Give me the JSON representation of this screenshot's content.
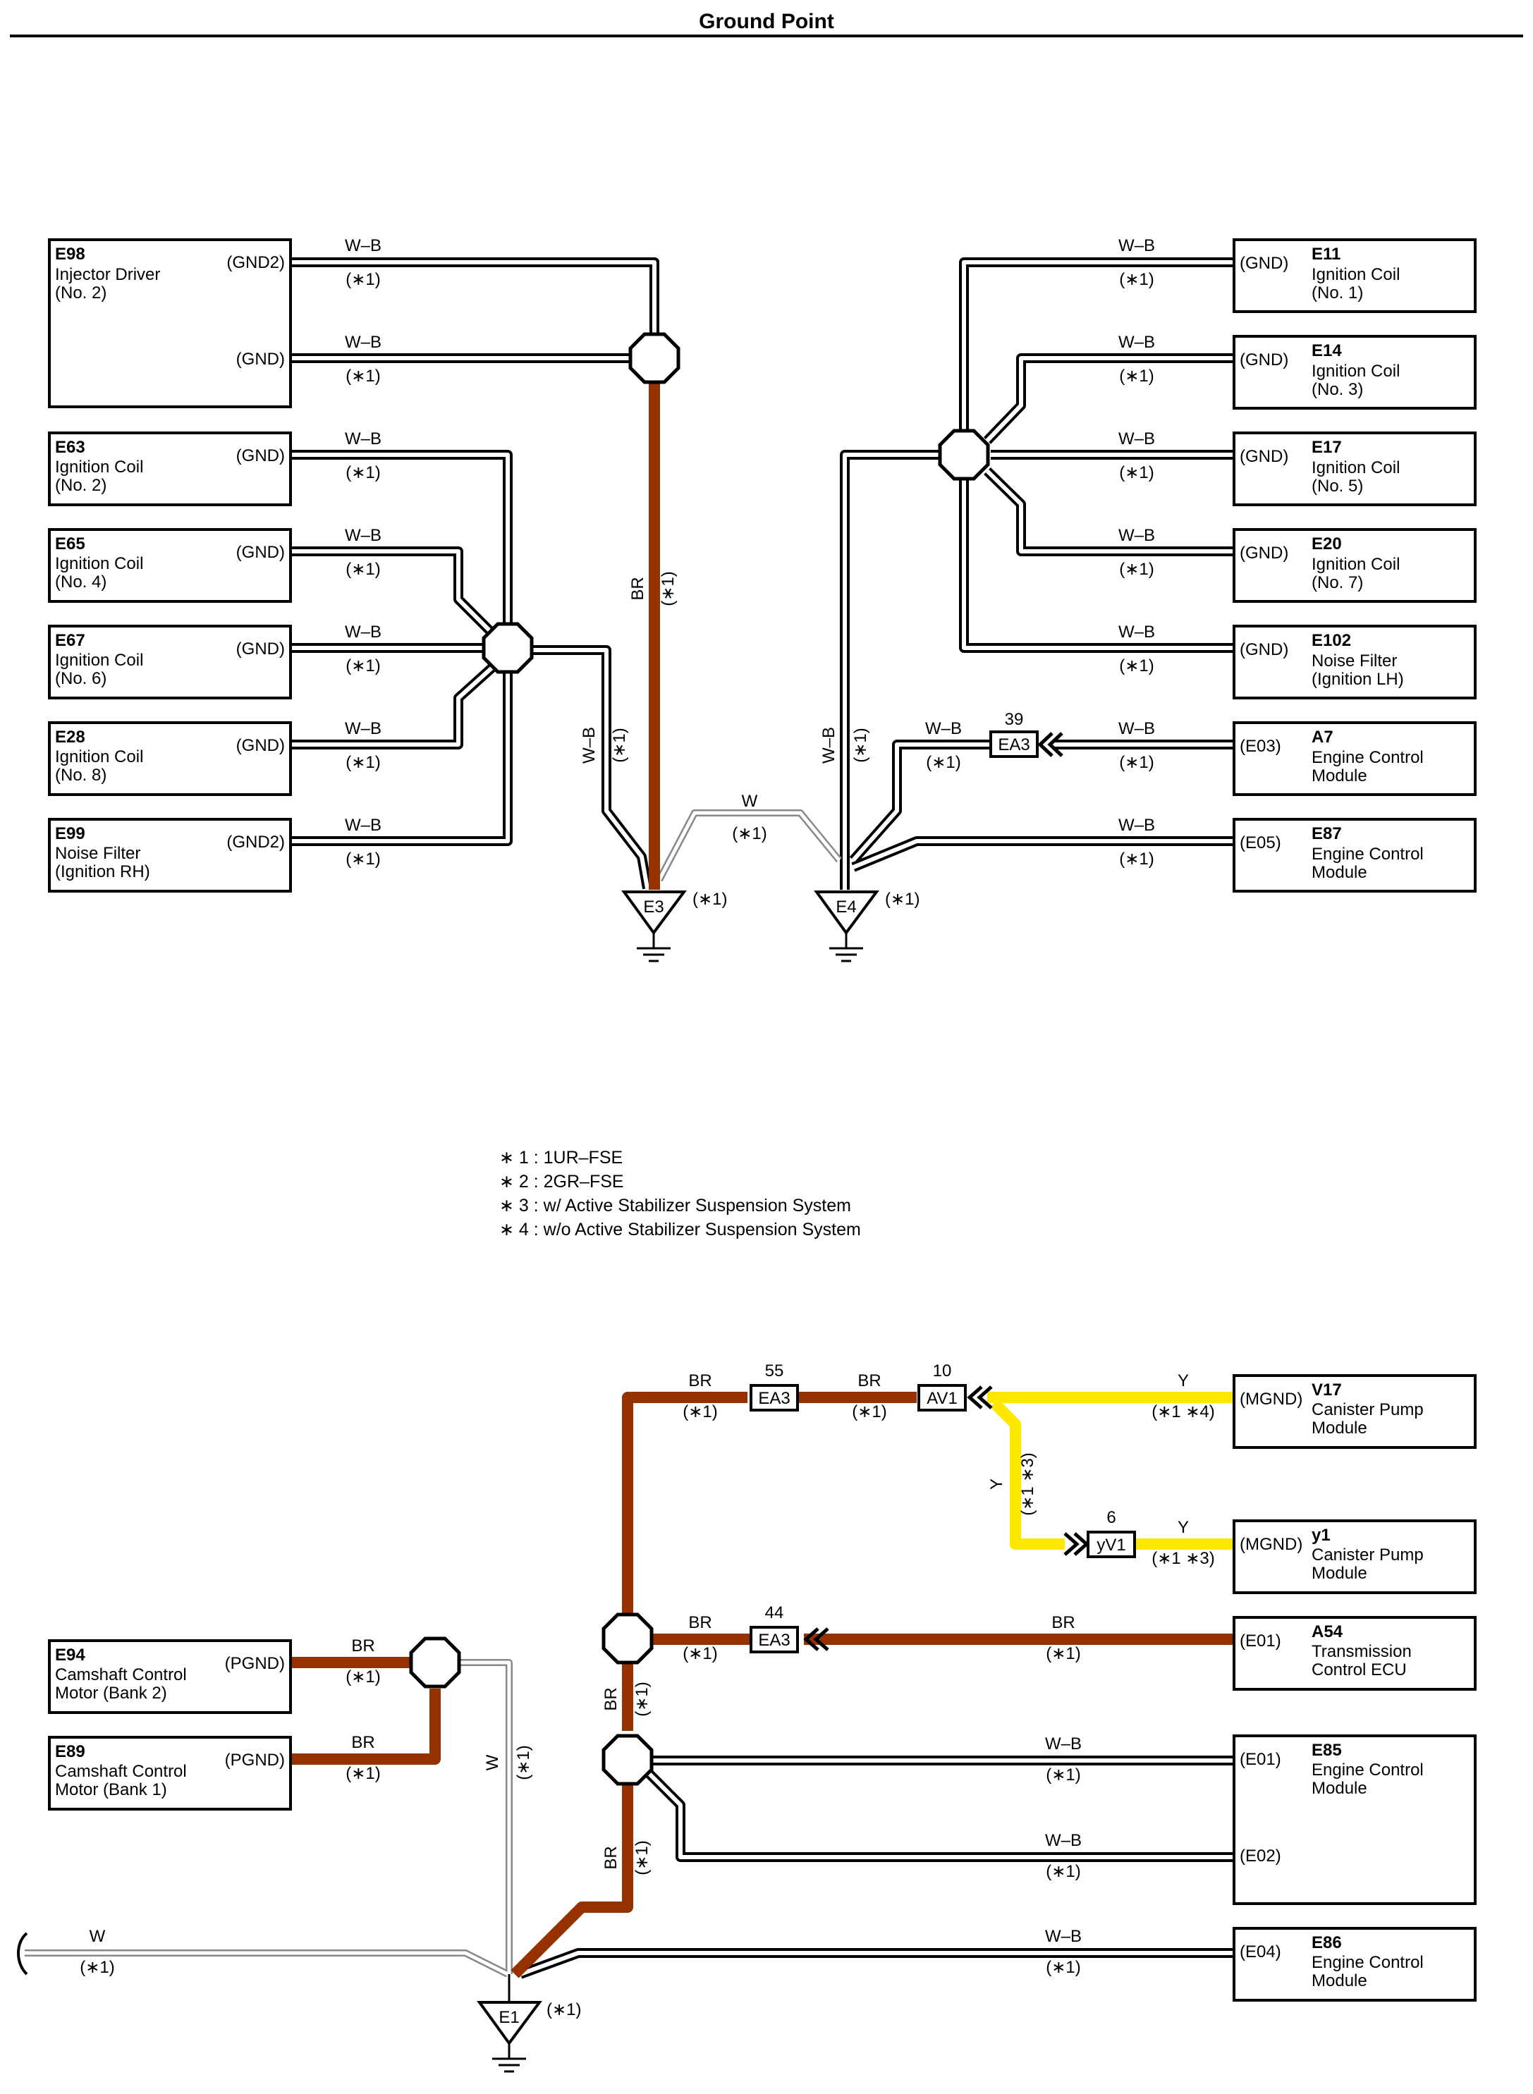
{
  "title": "Ground Point",
  "colors": {
    "br": "#963200",
    "y": "#FFE800",
    "wb_outline": "#000000",
    "w_outline": "#888888"
  },
  "notes": [
    "∗ 1 : 1UR–FSE",
    "∗ 2 : 2GR–FSE",
    "∗ 3 : w/ Active Stabilizer Suspension System",
    "∗ 4 : w/o Active Stabilizer Suspension System"
  ],
  "grounds": {
    "e3": {
      "label": "E3",
      "note": "(∗1)"
    },
    "e4": {
      "label": "E4",
      "note": "(∗1)"
    },
    "e1": {
      "label": "E1",
      "note": "(∗1)"
    }
  },
  "components": {
    "e98": {
      "id": "E98",
      "name": [
        "Injector Driver",
        "(No. 2)"
      ],
      "pins": [
        "(GND2)",
        "(GND)"
      ]
    },
    "e63": {
      "id": "E63",
      "name": [
        "Ignition Coil",
        "(No. 2)"
      ],
      "pins": [
        "(GND)"
      ]
    },
    "e65": {
      "id": "E65",
      "name": [
        "Ignition Coil",
        "(No. 4)"
      ],
      "pins": [
        "(GND)"
      ]
    },
    "e67": {
      "id": "E67",
      "name": [
        "Ignition Coil",
        "(No. 6)"
      ],
      "pins": [
        "(GND)"
      ]
    },
    "e28": {
      "id": "E28",
      "name": [
        "Ignition Coil",
        "(No. 8)"
      ],
      "pins": [
        "(GND)"
      ]
    },
    "e99": {
      "id": "E99",
      "name": [
        "Noise Filter",
        "(Ignition RH)"
      ],
      "pins": [
        "(GND2)"
      ]
    },
    "e11": {
      "id": "E11",
      "name": [
        "Ignition Coil",
        "(No. 1)"
      ],
      "pins": [
        "(GND)"
      ]
    },
    "e14": {
      "id": "E14",
      "name": [
        "Ignition Coil",
        "(No. 3)"
      ],
      "pins": [
        "(GND)"
      ]
    },
    "e17": {
      "id": "E17",
      "name": [
        "Ignition Coil",
        "(No. 5)"
      ],
      "pins": [
        "(GND)"
      ]
    },
    "e20": {
      "id": "E20",
      "name": [
        "Ignition Coil",
        "(No. 7)"
      ],
      "pins": [
        "(GND)"
      ]
    },
    "e102": {
      "id": "E102",
      "name": [
        "Noise Filter",
        "(Ignition LH)"
      ],
      "pins": [
        "(GND)"
      ]
    },
    "a7": {
      "id": "A7",
      "name": [
        "Engine Control",
        "Module"
      ],
      "pins": [
        "(E03)"
      ]
    },
    "e87": {
      "id": "E87",
      "name": [
        "Engine Control",
        "Module"
      ],
      "pins": [
        "(E05)"
      ]
    },
    "v17": {
      "id": "V17",
      "name": [
        "Canister Pump",
        "Module"
      ],
      "pins": [
        "(MGND)"
      ]
    },
    "y1": {
      "id": "y1",
      "name": [
        "Canister Pump",
        "Module"
      ],
      "pins": [
        "(MGND)"
      ]
    },
    "a54": {
      "id": "A54",
      "name": [
        "Transmission",
        "Control ECU"
      ],
      "pins": [
        "(E01)"
      ]
    },
    "e85": {
      "id": "E85",
      "name": [
        "Engine Control",
        "Module"
      ],
      "pins": [
        "(E01)",
        "(E02)"
      ]
    },
    "e86": {
      "id": "E86",
      "name": [
        "Engine Control",
        "Module"
      ],
      "pins": [
        "(E04)"
      ]
    },
    "e94": {
      "id": "E94",
      "name": [
        "Camshaft Control",
        "Motor (Bank 2)"
      ],
      "pins": [
        "(PGND)"
      ]
    },
    "e89": {
      "id": "E89",
      "name": [
        "Camshaft Control",
        "Motor (Bank 1)"
      ],
      "pins": [
        "(PGND)"
      ]
    }
  },
  "connectors": {
    "ea3_top": {
      "label": "EA3",
      "pin": "39"
    },
    "ea3_55": {
      "label": "EA3",
      "pin": "55"
    },
    "av1": {
      "label": "AV1",
      "pin": "10"
    },
    "yv1": {
      "label": "yV1",
      "pin": "6"
    },
    "ea3_44": {
      "label": "EA3",
      "pin": "44"
    }
  },
  "wire_labels": {
    "wb": "W–B",
    "w": "W",
    "br": "BR",
    "y": "Y",
    "n1": "(∗1)",
    "n14": "(∗1 ∗4)",
    "n13": "(∗1 ∗3)"
  }
}
